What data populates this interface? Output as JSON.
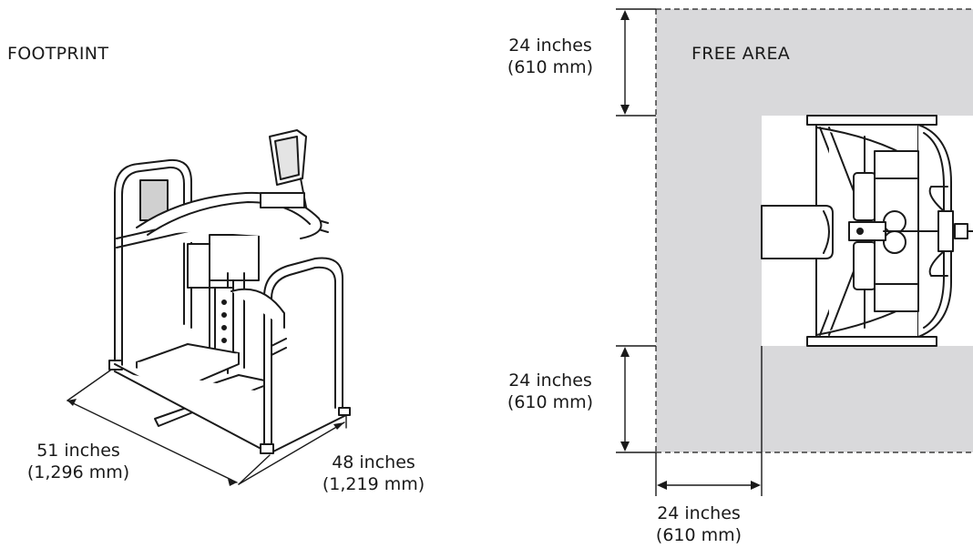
{
  "left_panel": {
    "title": "FOOTPRINT",
    "depth_dimension": {
      "line1": "51 inches",
      "line2": "(1,296 mm)"
    },
    "width_dimension": {
      "line1": "48 inches",
      "line2": "(1,219 mm)"
    }
  },
  "right_panel": {
    "title": "FREE AREA",
    "top_clearance": {
      "line1": "24 inches",
      "line2": "(610 mm)"
    },
    "bottom_clearance": {
      "line1": "24 inches",
      "line2": "(610 mm)"
    },
    "side_clearance": {
      "line1": "24 inches",
      "line2": "(610 mm)"
    }
  },
  "colors": {
    "free_area_fill": "#d9d9db",
    "line": "#1a1a1a",
    "background": "#ffffff"
  },
  "icons": {
    "machine_isometric": "exercise-machine-isometric-icon",
    "machine_top_view": "exercise-machine-top-view-icon",
    "dimension_arrow": "double-arrow-icon"
  }
}
